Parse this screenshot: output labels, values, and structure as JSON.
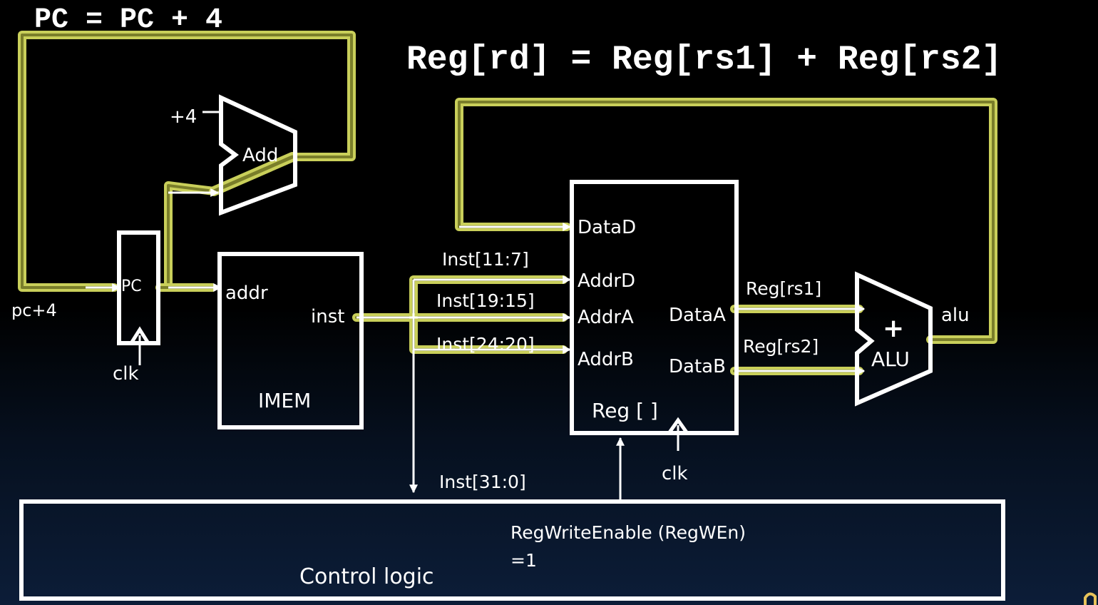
{
  "equations": {
    "pc_update": "PC = PC + 4",
    "reg_update": "Reg[rd] = Reg[rs1] + Reg[rs2]"
  },
  "pc_block": {
    "label": "PC",
    "input_label": "pc+4",
    "clk_label": "clk"
  },
  "adder": {
    "label": "Add",
    "constant": "+4"
  },
  "imem": {
    "label": "IMEM",
    "addr_port": "addr",
    "inst_port": "inst"
  },
  "inst_fields": {
    "rd": "Inst[11:7]",
    "rs1": "Inst[19:15]",
    "rs2": "Inst[24:20]",
    "full": "Inst[31:0]"
  },
  "regfile": {
    "label": "Reg [ ]",
    "port_datad": "DataD",
    "port_addrd": "AddrD",
    "port_addra": "AddrA",
    "port_addrb": "AddrB",
    "port_dataa": "DataA",
    "port_datab": "DataB",
    "clk_label": "clk"
  },
  "alu": {
    "label": "ALU",
    "op_symbol": "+",
    "in_a_label": "Reg[rs1]",
    "in_b_label": "Reg[rs2]",
    "out_label": "alu"
  },
  "control": {
    "label": "Control logic",
    "signal_name": "RegWriteEnable (RegWEn)",
    "signal_value": "=1"
  },
  "colors": {
    "highlight": "#c9cf5a",
    "highlight_dark": "#7a7e2a",
    "wire": "#ffffff",
    "page_number": "#e8c35a"
  }
}
